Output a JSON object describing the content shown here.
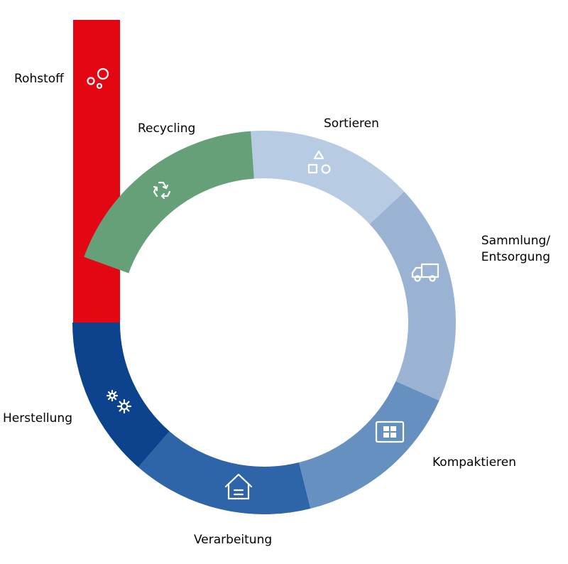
{
  "stages": [
    {
      "id": "rohstoff",
      "label": "Rohstoff",
      "color": "#e30613",
      "icon": "bubbles-icon"
    },
    {
      "id": "recycling",
      "label": "Recycling",
      "color": "#66a079",
      "icon": "recycle-icon"
    },
    {
      "id": "sortieren",
      "label": "Sortieren",
      "color": "#b7cbe2",
      "icon": "shapes-icon"
    },
    {
      "id": "sammlung",
      "label_line1": "Sammlung/",
      "label_line2": "Entsorgung",
      "color": "#9ab3d3",
      "icon": "truck-icon"
    },
    {
      "id": "kompaktieren",
      "label": "Kompaktieren",
      "color": "#6690c0",
      "icon": "grid-box-icon"
    },
    {
      "id": "verarbeitung",
      "label": "Verarbeitung",
      "color": "#2e64a8",
      "icon": "house-icon"
    },
    {
      "id": "herstellung",
      "label": "Herstellung",
      "color": "#0c438c",
      "icon": "gears-icon"
    }
  ]
}
